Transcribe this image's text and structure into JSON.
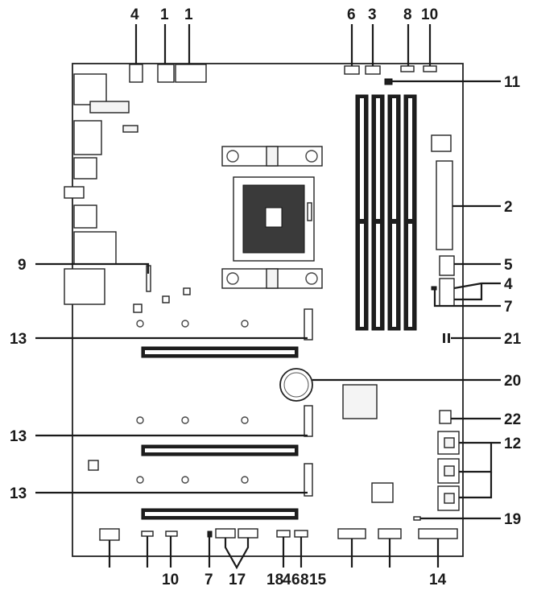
{
  "diagram": {
    "labels": [
      {
        "id": "top-4",
        "text": "4"
      },
      {
        "id": "top-1a",
        "text": "1"
      },
      {
        "id": "top-1b",
        "text": "1"
      },
      {
        "id": "top-6",
        "text": "6"
      },
      {
        "id": "top-3",
        "text": "3"
      },
      {
        "id": "top-8",
        "text": "8"
      },
      {
        "id": "top-10",
        "text": "10"
      },
      {
        "id": "right-11",
        "text": "11"
      },
      {
        "id": "right-2",
        "text": "2"
      },
      {
        "id": "right-5",
        "text": "5"
      },
      {
        "id": "right-4",
        "text": "4"
      },
      {
        "id": "right-7",
        "text": "7"
      },
      {
        "id": "right-21",
        "text": "21"
      },
      {
        "id": "right-20",
        "text": "20"
      },
      {
        "id": "right-22",
        "text": "22"
      },
      {
        "id": "right-12",
        "text": "12"
      },
      {
        "id": "right-19",
        "text": "19"
      },
      {
        "id": "left-9",
        "text": "9"
      },
      {
        "id": "left-13a",
        "text": "13"
      },
      {
        "id": "left-13b",
        "text": "13"
      },
      {
        "id": "left-13c",
        "text": "13"
      },
      {
        "id": "bottom-10",
        "text": "10"
      },
      {
        "id": "bottom-7",
        "text": "7"
      },
      {
        "id": "bottom-17",
        "text": "17"
      },
      {
        "id": "bottom-18",
        "text": "18"
      },
      {
        "id": "bottom-4",
        "text": "4"
      },
      {
        "id": "bottom-6",
        "text": "6"
      },
      {
        "id": "bottom-8",
        "text": "8"
      },
      {
        "id": "bottom-15",
        "text": "15"
      },
      {
        "id": "bottom-14",
        "text": "14"
      }
    ]
  }
}
